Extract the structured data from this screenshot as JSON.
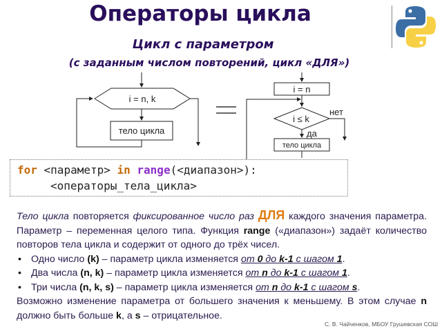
{
  "header": {
    "title": "Операторы цикла",
    "subtitle": "Цикл с параметром",
    "subtitle2": "(с заданным числом повторений, цикл «ДЛЯ»)",
    "logo_icon": "python-logo-icon"
  },
  "diagram_left": {
    "hex_label": "i = n, k",
    "body_label": "тело цикла"
  },
  "equals_sign": "=",
  "diagram_right": {
    "init_label": "i = n",
    "condition_label": "i ≤ k",
    "no_label": "нет",
    "yes_label": "да",
    "body_label": "тело цикла"
  },
  "code": {
    "kw_for": "for",
    "param": " <параметр> ",
    "kw_in": "in",
    "space": " ",
    "kw_range": "range",
    "range_args": "(<диапазон>):",
    "line2": "<операторы_тела_цикла>"
  },
  "description": {
    "p1_italic1": "Тело цикла",
    "p1_t1": " повторяется ",
    "p1_italic2": "фиксированное число раз",
    "p1_dlya": "ДЛЯ",
    "p1_t2": " каждого значения параметра. Параметр – переменная целого типа. Функция ",
    "p1_range": "range",
    "p1_t3": " («диапазон») задаёт количество повторов тела цикла и содержит от одного до трёх чисел.",
    "bullets": [
      {
        "lead": "Одно число ",
        "args": "(k)",
        "mid": " – параметр цикла изменяется ",
        "r_from": "от ",
        "r_from_val": "0",
        "r_to": " до ",
        "r_to_val": "k-1",
        "r_step": " с шагом ",
        "r_step_val": "1",
        "end": "."
      },
      {
        "lead": "Два числа ",
        "args": "(n, k)",
        "mid": " – параметр цикла изменяется ",
        "r_from": "от ",
        "r_from_val": "n",
        "r_to": " до ",
        "r_to_val": "k-1",
        "r_step": " с шагом ",
        "r_step_val": "1",
        "end": "."
      },
      {
        "lead": "Три числа ",
        "args": "(n, k, s)",
        "mid": " – параметр цикла изменяется ",
        "r_from": "от ",
        "r_from_val": "n",
        "r_to": " до ",
        "r_to_val": "k-1",
        "r_step": " с шагом ",
        "r_step_val": "s",
        "end": "."
      }
    ],
    "p2_t1": "Возможно изменение параметра от большего значения к меньшему. В этом случае ",
    "p2_n": "n",
    "p2_t2": " должно быть больше ",
    "p2_k": "k",
    "p2_t3": ", а ",
    "p2_s": "s",
    "p2_t4": " – отрицательное."
  },
  "footer": "С. В. Чайченков, МБОУ Грушевская СОШ",
  "colors": {
    "title": "#2a0f5c",
    "keyword_orange": "#c46b0a",
    "keyword_purple": "#8b2fc9",
    "dlya_orange": "#e07b10",
    "python_blue": "#3b6ea5",
    "python_yellow": "#f7d046"
  }
}
